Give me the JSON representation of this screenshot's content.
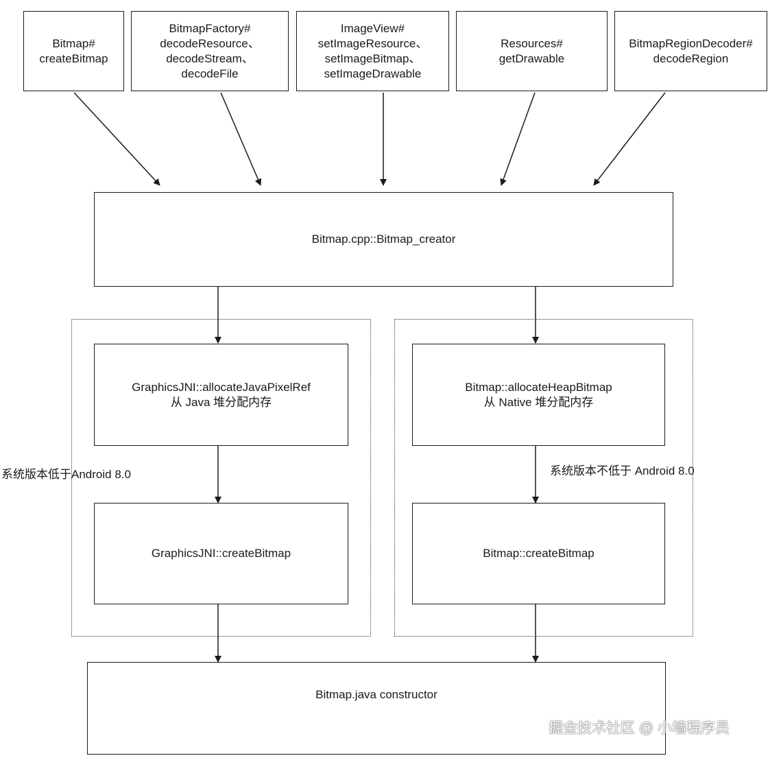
{
  "sources": [
    {
      "lines": [
        "Bitmap#",
        "createBitmap"
      ]
    },
    {
      "lines": [
        "BitmapFactory#",
        "decodeResource、",
        "decodeStream、",
        "decodeFile"
      ]
    },
    {
      "lines": [
        "ImageView#",
        "setImageResource、",
        "setImageBitmap、",
        "setImageDrawable"
      ]
    },
    {
      "lines": [
        "Resources#",
        "getDrawable"
      ]
    },
    {
      "lines": [
        "BitmapRegionDecoder#",
        "decodeRegion"
      ]
    }
  ],
  "creator": {
    "label": "Bitmap.cpp::Bitmap_creator"
  },
  "left_branch": {
    "alloc_lines": [
      "GraphicsJNI::allocateJavaPixelRef",
      "从 Java 堆分配内存"
    ],
    "create_label": "GraphicsJNI::createBitmap",
    "condition": "系统版本低于Android 8.0"
  },
  "right_branch": {
    "alloc_lines": [
      "Bitmap::allocateHeapBitmap",
      "从 Native 堆分配内存"
    ],
    "create_label": "Bitmap::createBitmap",
    "condition": "系统版本不低于 Android 8.0"
  },
  "constructor": {
    "label": "Bitmap.java constructor"
  },
  "watermark": "掘金技术社区 @ 小墙程序员",
  "colors": {
    "stroke": "#1a1a1a",
    "background": "#ffffff"
  }
}
